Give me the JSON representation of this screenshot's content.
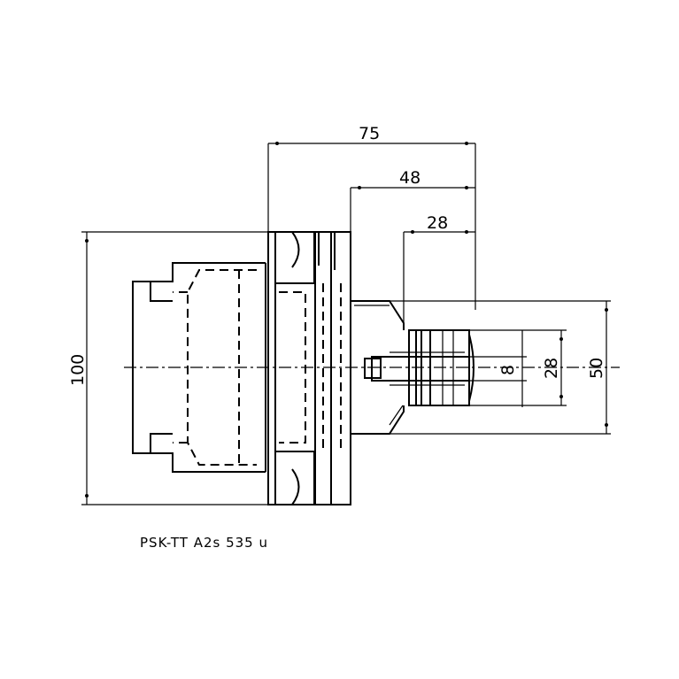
{
  "dimensions": {
    "overall_length": "75",
    "mid_length": "48",
    "short_length": "28",
    "height": "100",
    "diameter_outer": "50",
    "diameter_mid": "28",
    "diameter_inner": "8"
  },
  "caption": "PSK-TT A2s 535 u"
}
